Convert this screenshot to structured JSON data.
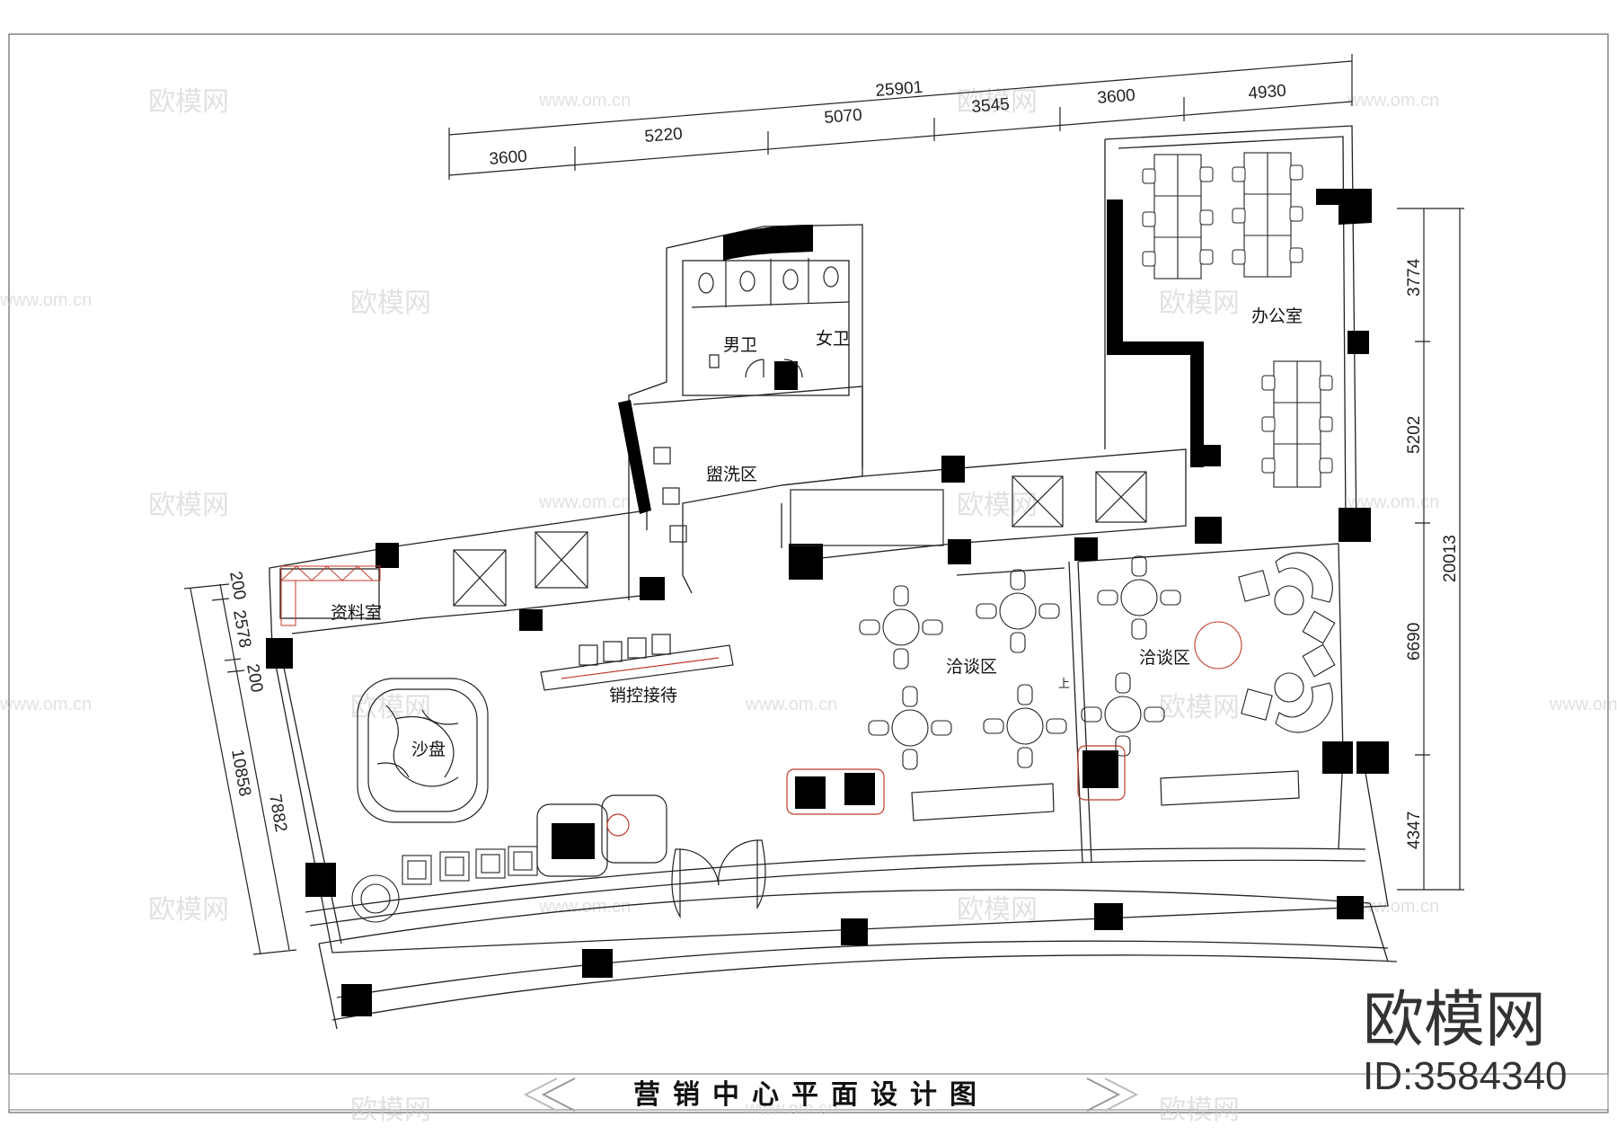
{
  "title": "营销中心平面设计图",
  "rooms": {
    "mens_wc": "男卫",
    "womens_wc": "女卫",
    "washroom": "盥洗区",
    "office": "办公室",
    "archive": "资料室",
    "reception": "销控接待",
    "sandtable": "沙盘",
    "negotiation_1": "洽谈区",
    "negotiation_2": "洽谈区",
    "stairs_up": "上"
  },
  "dimensions_top": {
    "total": "25901",
    "segments": [
      "3600",
      "5220",
      "5070",
      "3545",
      "3600",
      "4930"
    ]
  },
  "dimensions_right": {
    "total": "20013",
    "segments": [
      "3774",
      "5202",
      "6690",
      "4347"
    ]
  },
  "dimensions_left": {
    "total": "10858",
    "segments": [
      "200",
      "2578",
      "200",
      "7882"
    ]
  },
  "watermark": {
    "text": "欧模网",
    "url": "www.om.cn"
  },
  "brand": {
    "name": "欧模网",
    "id": "ID:3584340"
  }
}
